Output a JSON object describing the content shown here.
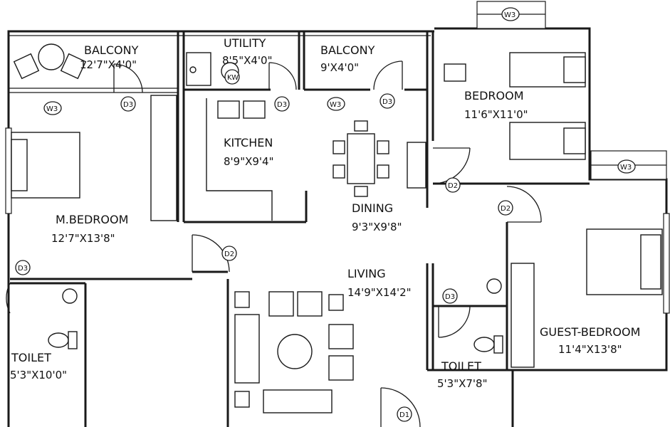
{
  "rooms": {
    "balcony_master": {
      "name": "BALCONY",
      "dim": "12'7\"X4'0\""
    },
    "utility": {
      "name": "UTILITY",
      "dim": "8'5\"X4'0\""
    },
    "balcony_dining": {
      "name": "BALCONY",
      "dim": "9'X4'0\""
    },
    "bedroom": {
      "name": "BEDROOM",
      "dim": "11'6\"X11'0\""
    },
    "kitchen": {
      "name": "KITCHEN",
      "dim": "8'9\"X9'4\""
    },
    "dining": {
      "name": "DINING",
      "dim": "9'3\"X9'8\""
    },
    "master_bedroom": {
      "name": "M.BEDROOM",
      "dim": "12'7\"X13'8\""
    },
    "living": {
      "name": "LIVING",
      "dim": "14'9\"X14'2\""
    },
    "guest_bedroom": {
      "name": "GUEST-BEDROOM",
      "dim": "11'4\"X13'8\""
    },
    "toilet_master": {
      "name": "TOILET",
      "dim": "5'3\"X10'0\""
    },
    "toilet_common": {
      "name": "TOILET",
      "dim": "5'3\"X7'8\""
    }
  },
  "tags": {
    "kw": "KW",
    "w3": "W3",
    "d1": "D1",
    "d2": "D2",
    "d3": "D3"
  }
}
